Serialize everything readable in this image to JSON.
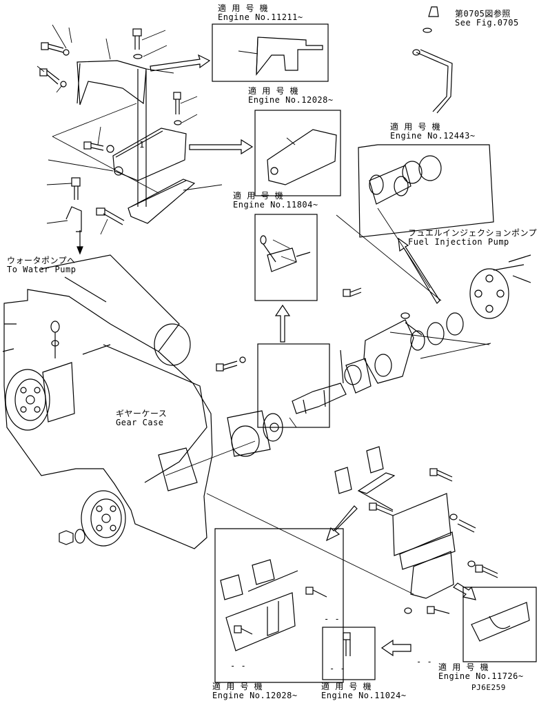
{
  "callouts": {
    "c11211": {
      "jp": "適 用 号 機",
      "en": "Engine No.11211~"
    },
    "c12028a": {
      "jp": "適 用 号 機",
      "en": "Engine No.12028~"
    },
    "c11804": {
      "jp": "適 用 号 機",
      "en": "Engine No.11804~"
    },
    "c12443": {
      "jp": "適 用 号 機",
      "en": "Engine No.12443~"
    },
    "c11726": {
      "jp": "適 用 号 機",
      "en": "Engine No.11726~"
    },
    "c12028b": {
      "jp": "適 用 号 機",
      "en": "Engine No.12028~"
    },
    "c11024": {
      "jp": "適 用 号 機",
      "en": "Engine No.11024~"
    }
  },
  "refs": {
    "fig": {
      "jp": "第0705図参照",
      "en": "See Fig.0705"
    },
    "water_pump": {
      "jp": "ウォータポンプへ",
      "en": "To Water Pump"
    },
    "fuel_pump": {
      "jp": "フュエルインジェクションポンプ",
      "en": "Fuel Injection Pump"
    },
    "gear_case": {
      "jp": "ギヤーケース",
      "en": "Gear Case"
    }
  },
  "marker_1": "1",
  "dash_marks": [
    "- -",
    "- -",
    "- -",
    "- -"
  ],
  "drawing_code": "PJ6E259"
}
